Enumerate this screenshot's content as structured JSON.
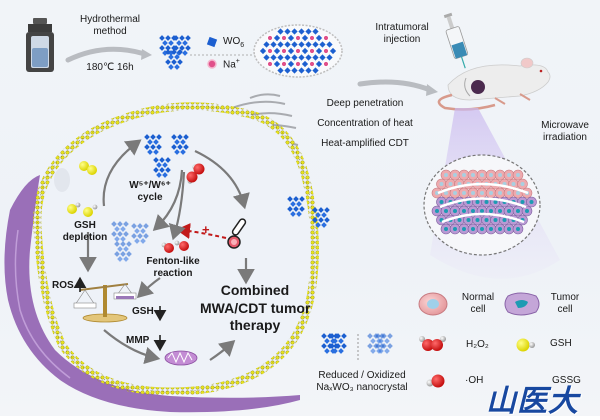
{
  "synthesis": {
    "method_line1": "Hydrothermal",
    "method_line2": "method",
    "conditions": "180℃ 16h",
    "legend_wo6": "WO",
    "legend_wo6_sub": "6",
    "legend_na": "Na",
    "legend_na_sup": "+"
  },
  "injection": {
    "line1": "Intratumoral",
    "line2": "injection"
  },
  "microwave": {
    "line1": "Microwave",
    "line2": "irradiation"
  },
  "features": [
    "Deep penetration",
    "Concentration of heat",
    "Heat-amplified CDT"
  ],
  "cell": {
    "w_cycle_line1": "W⁵⁺/W⁶⁺",
    "w_cycle_line2": "cycle",
    "gsh_depletion_line1": "GSH",
    "gsh_depletion_line2": "depletion",
    "fenton_line1": "Fenton-like",
    "fenton_line2": "reaction",
    "ros": "ROS",
    "gsh_down": "GSH",
    "mmp": "MMP",
    "plus": "+",
    "therapy_line1": "Combined",
    "therapy_line2": "MWA/CDT tumor",
    "therapy_line3": "therapy"
  },
  "legend": {
    "normal_cell_line1": "Normal",
    "normal_cell_line2": "cell",
    "tumor_cell_line1": "Tumor",
    "tumor_cell_line2": "cell",
    "h2o2": "H₂O₂",
    "gsh": "GSH",
    "oh": "·OH",
    "gssg": "GSSG",
    "nanocrystal_line1": "Reduced / Oxidized",
    "nanocrystal_line2": "NaₓWO₃ nanocrystal"
  },
  "watermark": "山医大",
  "colors": {
    "wo6_blue": "#1c5fd0",
    "na_pink": "#e0508a",
    "membrane_yellow": "#e4e01c",
    "tumor_purple": "#9a6fb8",
    "h2o2_red": "#d81818",
    "gsh_yellow": "#f0ec10",
    "arrow_gray": "#7a7a7a",
    "heat_red": "#c21a1a"
  }
}
